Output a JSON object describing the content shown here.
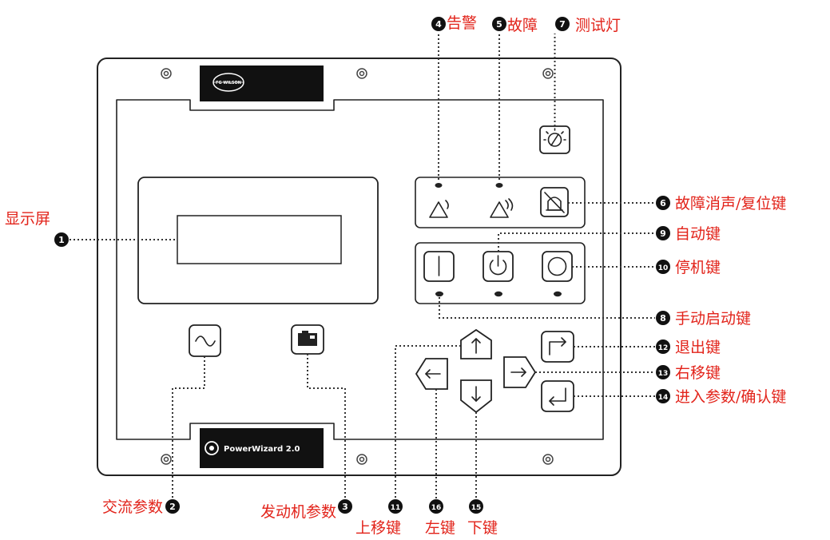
{
  "brand": {
    "top_logo_text": "FG WILSON",
    "bottom_logo_text": "PowerWizard 2.0"
  },
  "callouts": [
    {
      "id": "display",
      "number": "1",
      "label": "显示屏"
    },
    {
      "id": "ac_params",
      "number": "2",
      "label": "交流参数"
    },
    {
      "id": "engine_params",
      "number": "3",
      "label": "发动机参数"
    },
    {
      "id": "alarm",
      "number": "4",
      "label": "告警"
    },
    {
      "id": "fault",
      "number": "5",
      "label": "故障"
    },
    {
      "id": "mute_reset",
      "number": "6",
      "label": "故障消声/复位键"
    },
    {
      "id": "lamp_test",
      "number": "7",
      "label": "测试灯"
    },
    {
      "id": "manual_start",
      "number": "8",
      "label": "手动启动键"
    },
    {
      "id": "auto",
      "number": "9",
      "label": "自动键"
    },
    {
      "id": "stop",
      "number": "10",
      "label": "停机键"
    },
    {
      "id": "up",
      "number": "11",
      "label": "上移键"
    },
    {
      "id": "exit",
      "number": "12",
      "label": "退出键"
    },
    {
      "id": "right",
      "number": "13",
      "label": "右移键"
    },
    {
      "id": "enter",
      "number": "14",
      "label": "进入参数/确认键"
    },
    {
      "id": "down",
      "number": "15",
      "label": "下键"
    },
    {
      "id": "left",
      "number": "16",
      "label": "左键"
    }
  ]
}
